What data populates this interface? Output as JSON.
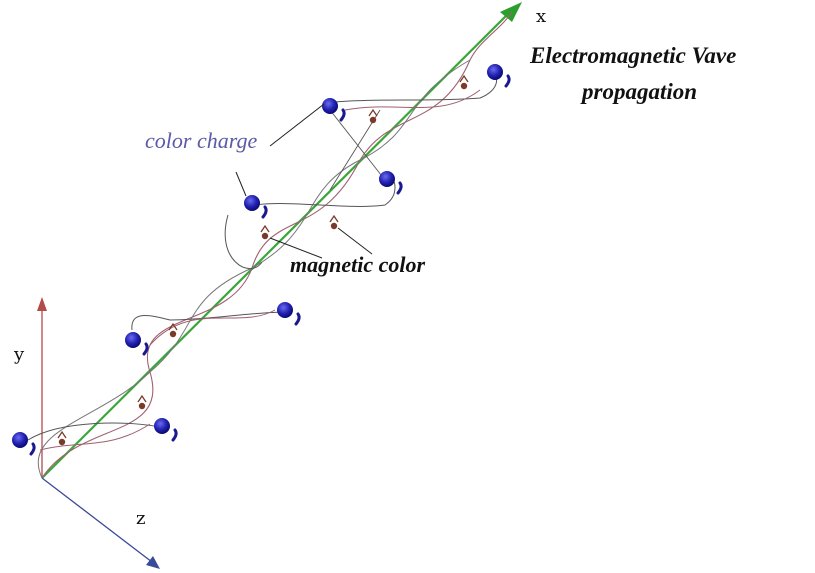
{
  "axes": {
    "x_label": "x",
    "y_label": "y",
    "z_label": "z"
  },
  "labels": {
    "title_line1": "Electromagnetic  Vave",
    "title_line2": "propagation",
    "color_charge": "color charge",
    "magnetic_color": "magnetic color"
  },
  "colors": {
    "propagation_axis": "#3aa53a",
    "arrowhead": "#2c9e2c",
    "y_axis": "#b44a4a",
    "z_axis": "#3a4a9a",
    "color_charge_dot": "#2020b0",
    "magnetic_dot": "#7a3a2a",
    "wave_line": "#a06070",
    "loop_line": "#555555",
    "color_charge_text": "#5a5aa8",
    "label_text": "#111111"
  },
  "icons": {
    "color_charge": "blue-sphere-with-comma-tail",
    "magnetic_color": "small-brown-dot-with-arrow"
  }
}
